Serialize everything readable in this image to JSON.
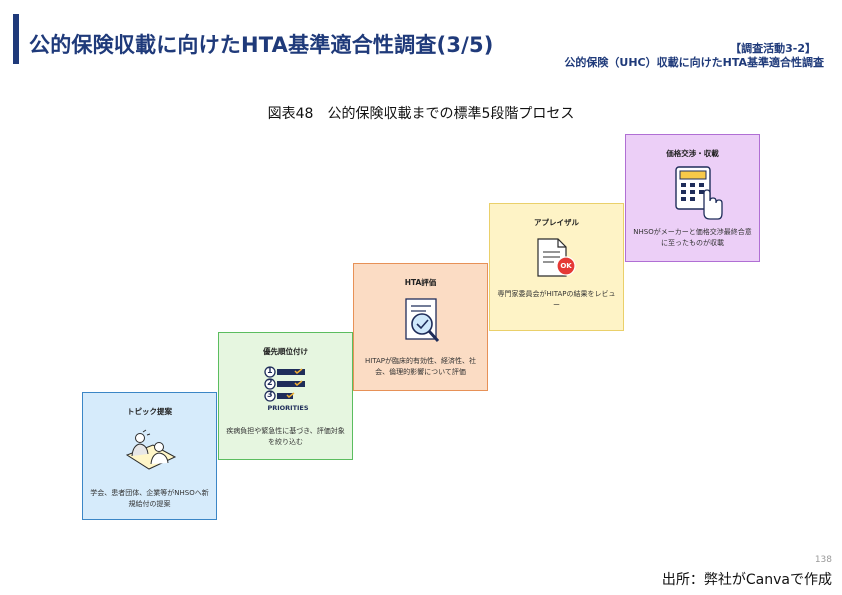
{
  "header": {
    "title": "公的保険収載に向けたHTA基準適合性調査(3/5)",
    "badge": "【調査活動3-2】",
    "subtitle": "公的保険（UHC）収載に向けたHTA基準適合性調査"
  },
  "figure": {
    "title": "図表48　公的保険収載までの標準5段階プロセス"
  },
  "steps": [
    {
      "heading": "トピック提案",
      "desc": "学会、患者団体、企業等がNHSOへ新規給付の提案",
      "icon": "meeting-people-icon",
      "color": "#d6ebfb"
    },
    {
      "heading": "優先順位付け",
      "desc": "疾病負担や緊急性に基づき、評価対象を絞り込む",
      "icon": "priorities-checklist-icon",
      "icon_caption": "PRIORITIES",
      "list_numbers": [
        "1",
        "2",
        "3"
      ],
      "color": "#e6f6e0"
    },
    {
      "heading": "HTA評価",
      "desc": "HITAPが臨床的有効性、経済性、社会、倫理的影響について評価",
      "icon": "document-magnifier-icon",
      "color": "#fbdcc4"
    },
    {
      "heading": "アプレイザル",
      "desc": "専門家委員会がHITAPの結果をレビュー",
      "icon": "ok-document-icon",
      "icon_badge": "OK",
      "color": "#fef3c6"
    },
    {
      "heading": "価格交渉・収載",
      "desc": "NHSOがメーカーと価格交渉最終合意に至ったものが収載",
      "icon": "calculator-hand-icon",
      "color": "#eccff7"
    }
  ],
  "footer": {
    "page_number": "138",
    "source": "出所：弊社がCanvaで作成"
  }
}
